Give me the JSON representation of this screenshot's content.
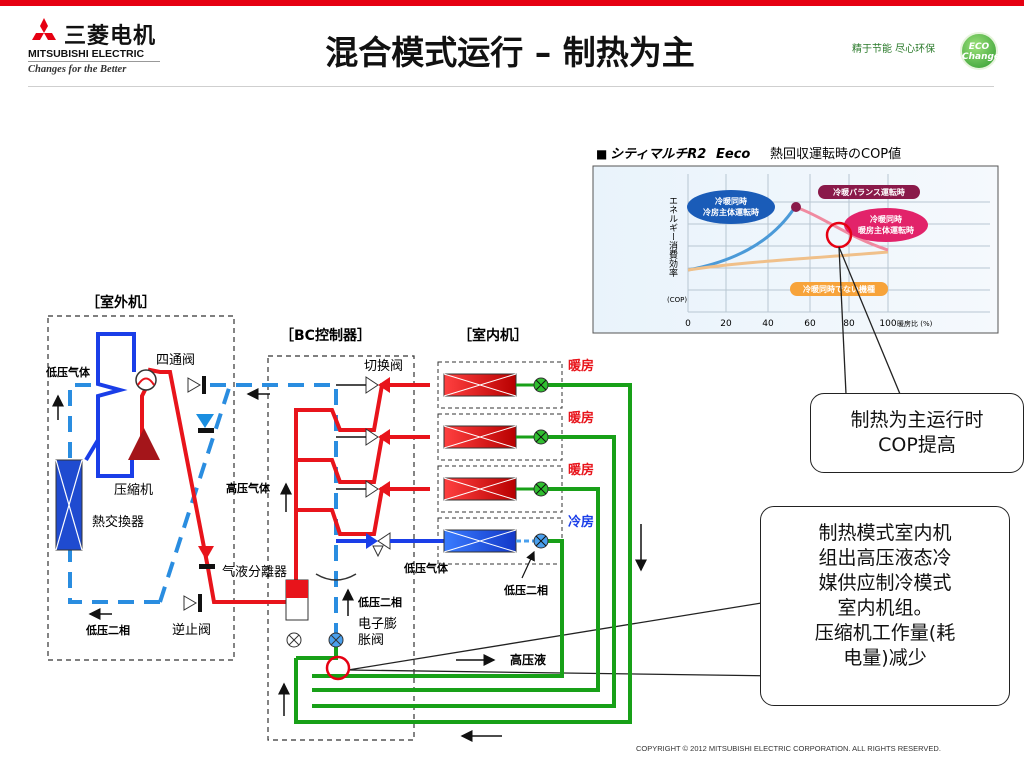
{
  "header": {
    "logo_cn": "三菱电机",
    "logo_en": "MITSUBISHI ELECTRIC",
    "logo_tagline": "Changes for the Better",
    "title": "混合模式运行 – 制热为主",
    "slogan": "精于节能 尽心环保",
    "eco_badge": "ECO Changes"
  },
  "cop_chart": {
    "heading_square": "■",
    "heading_product": "シティマルチR2",
    "heading_eco": "Eeco",
    "heading_text": "熱回収運転時のCOP値",
    "ylabel": "エネルギー消費効率",
    "yunit": "(COP)",
    "xticks": [
      "0",
      "20",
      "40",
      "60",
      "80",
      "100"
    ],
    "xlabel_suffix": "暖房比 (%)",
    "bubble_cool_main": "冷暖同時\n冷房主体運転時",
    "bubble_balance": "冷暖バランス運転時",
    "bubble_heat_main": "冷暖同時\n暖房主体運転時",
    "bubble_not_simul": "冷暖同時でない機種"
  },
  "diagram": {
    "outdoor_label": "［室外机］",
    "bc_label": "［BC控制器］",
    "indoor_label": "［室内机］",
    "low_pressure_gas": "低压气体",
    "four_way_valve": "四通阀",
    "compressor": "压縮机",
    "heat_exchanger": "熱交換器",
    "gas_liquid_separator": "气液分離器",
    "check_valve": "逆止阀",
    "low_pressure_two_phase": "低压二相",
    "switch_valve": "切换阀",
    "high_pressure_gas": "高压气体",
    "low_pressure_two_phase_bc": "低压二相",
    "electronic_expansion_valve": "电子膨胀阀",
    "high_pressure_liquid": "高压液",
    "low_pressure_gas_indoor": "低压气体",
    "low_pressure_two_phase_indoor": "低压二相",
    "modes": [
      "暖房",
      "暖房",
      "暖房",
      "冷房"
    ],
    "colors": {
      "heat": "#e8141b",
      "cool": "#1a3ee8",
      "liquid": "#18a018",
      "dashed": "#2a8de0"
    }
  },
  "callouts": {
    "cop_note": "制热为主运行时\nCOP提高",
    "mode_note": "制热模式室内机\n组出高压液态冷\n媒供应制冷模式\n室内机组。\n压缩机工作量(耗\n电量)减少"
  },
  "footer": {
    "copyright": "COPYRIGHT © 2012 MITSUBISHI ELECTRIC CORPORATION. ALL RIGHTS RESERVED."
  }
}
